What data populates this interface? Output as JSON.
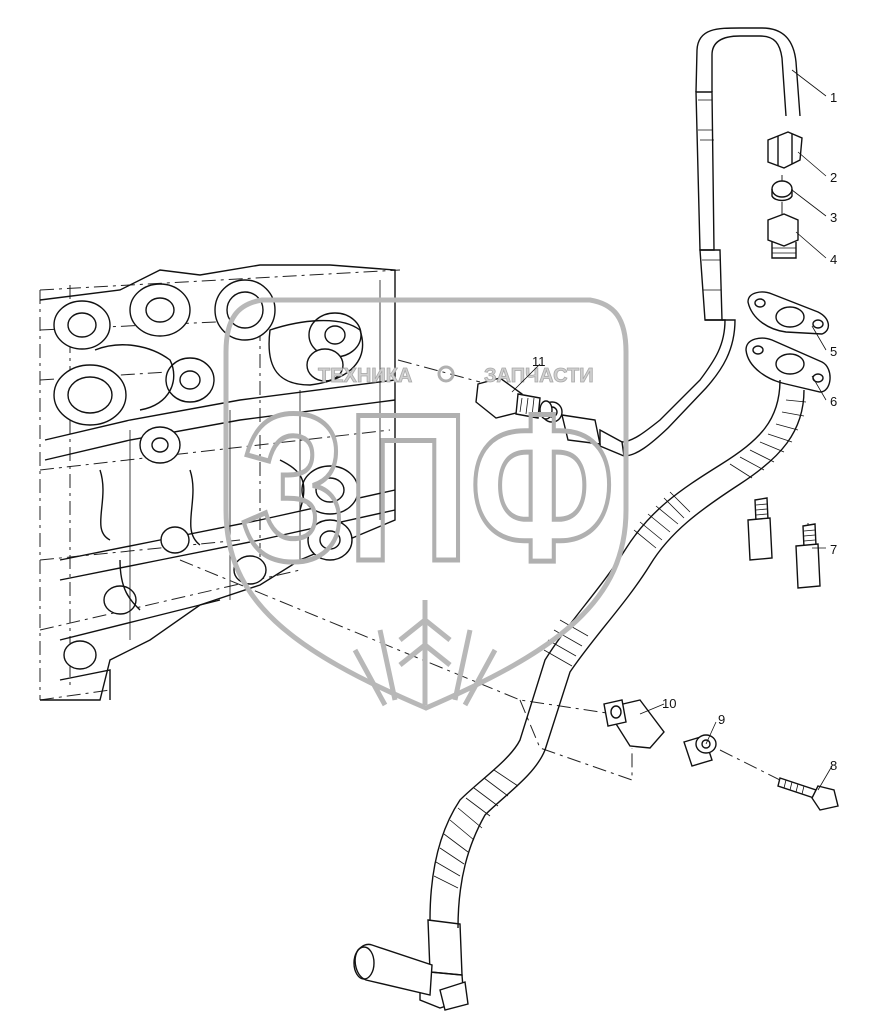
{
  "watermark": {
    "line1_left": "ТЕХНИКА",
    "line1_right": "ЗАПЧАСТИ",
    "big_letters": "ЗПФ"
  },
  "callouts": [
    "1",
    "2",
    "3",
    "4",
    "5",
    "6",
    "7",
    "8",
    "9",
    "10",
    "11"
  ]
}
